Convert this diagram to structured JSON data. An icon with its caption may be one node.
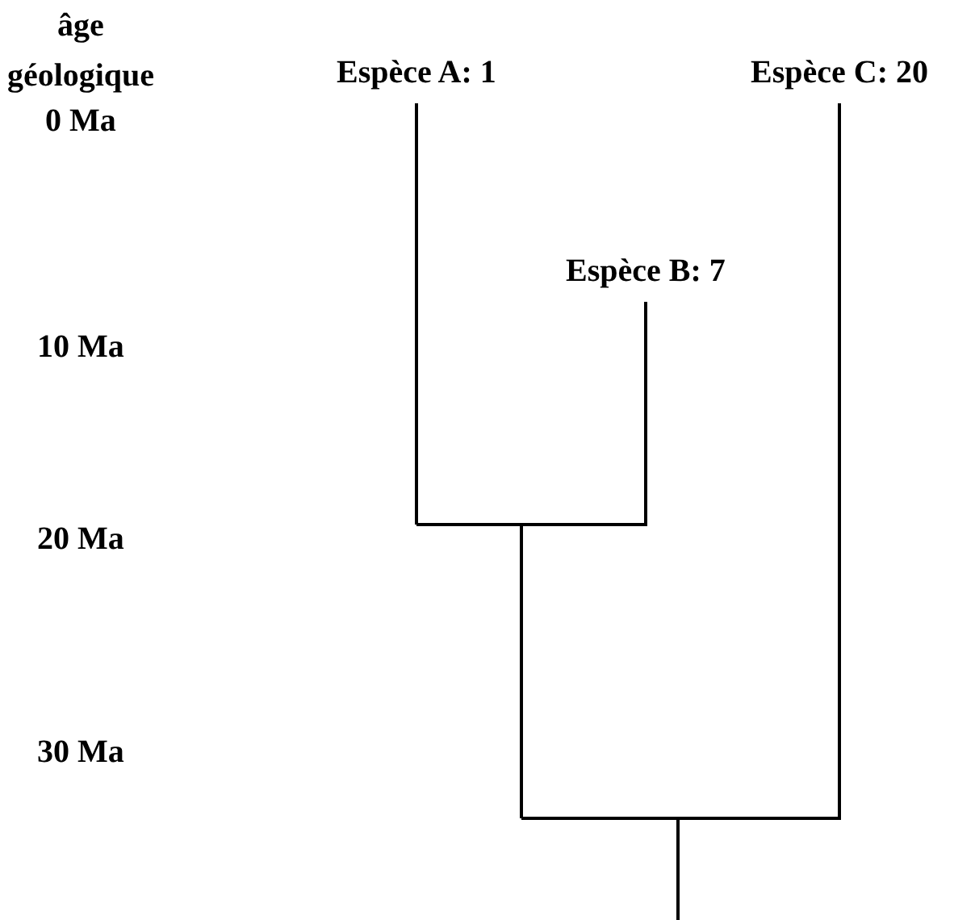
{
  "diagram": {
    "nodes": [
      {
        "text": [
          "Espèce A: 1"
        ]
      },
      {
        "text": [
          "Espèce C: 20"
        ]
      },
      {
        "text": [
          "Espèce B: 7"
        ]
      },
      {
        "text": [],
        "shape": "bar"
      },
      {
        "text": [],
        "shape": "bar"
      }
    ],
    "edges": [
      {
        "from": 3,
        "to": 0,
        "arrow": "none"
      },
      {
        "from": 3,
        "to": 2,
        "arrow": "none"
      },
      {
        "from": 4,
        "to": 3,
        "arrow": "none"
      },
      {
        "from": 4,
        "to": 1,
        "arrow": "none"
      },
      {
        "from": null,
        "to": 4,
        "arrow": "none"
      }
    ],
    "labels": [
      "âge géologique",
      "0 Ma",
      "10 Ma",
      "20 Ma",
      "30 Ma"
    ]
  }
}
